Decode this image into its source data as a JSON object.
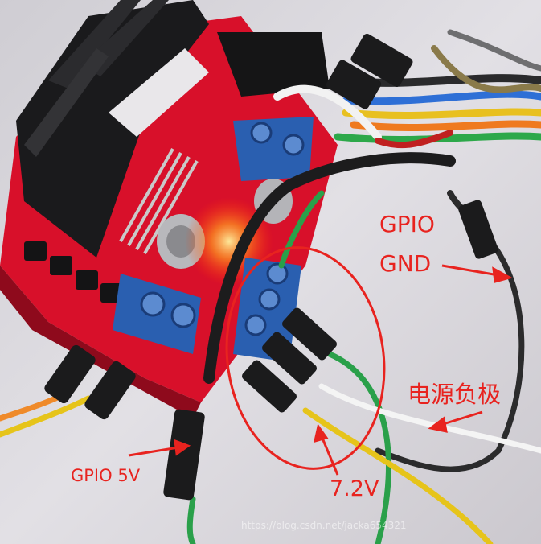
{
  "photo": {
    "subject": "l298n-motor-driver-board",
    "background_color": "#d9d6dc",
    "board_color": "#d8102a",
    "terminal_color": "#2a5fb0",
    "annotation_color": "#e8231f"
  },
  "annotations": {
    "gpio_top": "GPIO",
    "gnd": "GND",
    "power_negative": "电源负极",
    "gpio_5v": "GPIO 5V",
    "voltage": "7.2V"
  },
  "watermark": "https://blog.csdn.net/jacka654321"
}
